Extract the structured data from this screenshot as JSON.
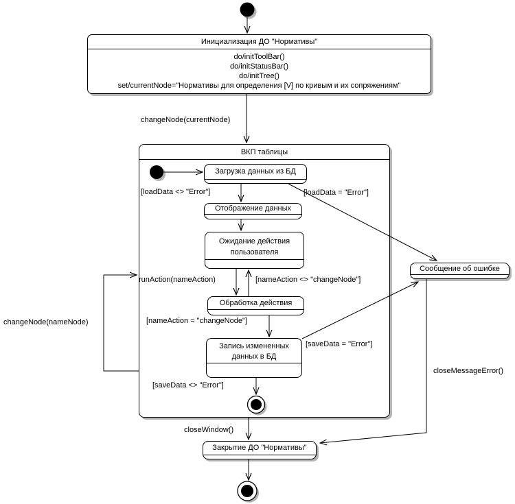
{
  "diagram": {
    "type": "uml-state-machine",
    "colors": {
      "stroke": "#000000",
      "shadow": "#b4b4b4",
      "background": "#ffffff",
      "state_fill": "#ffffff"
    },
    "states": {
      "init": {
        "title": "Инициализация ДО \"Нормативы\"",
        "actions": [
          "do/initToolBar()",
          "do/initStatusBar()",
          "do/initTree()",
          "set/currentNode=\"Нормативы для определения [V] по кривым и их сопряжениям\""
        ]
      },
      "vkp": {
        "title": "ВКП таблицы"
      },
      "load_data": {
        "label": "Загрузка данных из БД"
      },
      "display_data": {
        "label": "Отображение данных"
      },
      "wait_user": {
        "label": "Ожидание действия пользователя"
      },
      "process_action": {
        "label": "Обработка действия"
      },
      "save_data": {
        "label": "Запись измененных данных в БД"
      },
      "error_message": {
        "label": "Сообщение об ошибке"
      },
      "close_do": {
        "label": "Закрытие ДО \"Нормативы\""
      }
    },
    "transitions": {
      "change_node_current": "changeNode(currentNode)",
      "load_ok": "[loadData <> \"Error\"]",
      "load_error": "[loadData = \"Error\"]",
      "run_action": "runAction(nameAction)",
      "name_action_neq": "[nameAction <> \"changeNode\"]",
      "name_action_eq": "[nameAction = \"changeNode\"]",
      "save_error": "[saveData = \"Error\"]",
      "save_ok": "[saveData <> \"Error\"]",
      "change_node_name": "changeNode(nameNode)",
      "close_window": "closeWindow()",
      "close_message_error": "closeMessageError()"
    }
  }
}
